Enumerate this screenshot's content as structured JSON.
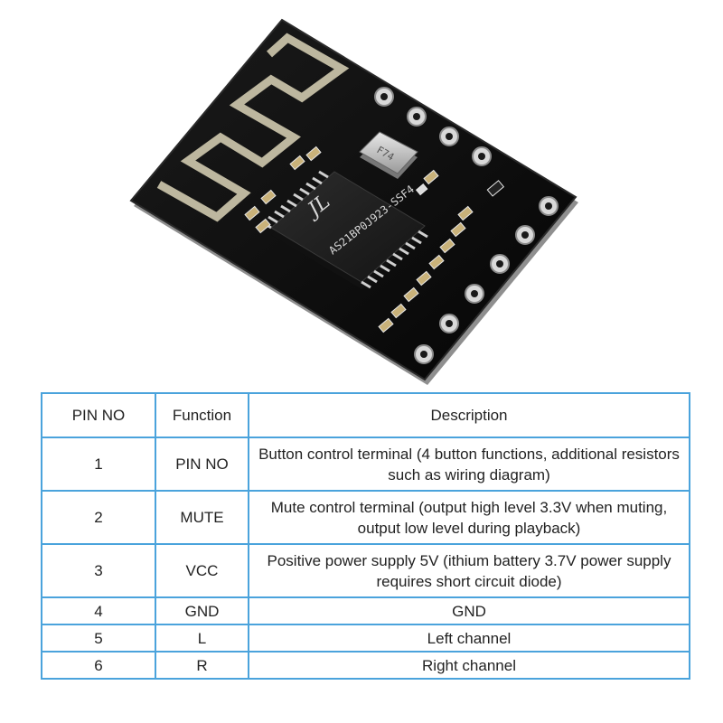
{
  "board": {
    "chip_text": "AS21BP0J923-SSF4",
    "chip_logo": "JL",
    "crystal_text": "F74"
  },
  "table": {
    "headers": [
      "PIN NO",
      "Function",
      "Description"
    ],
    "rows": [
      {
        "pin": "1",
        "function": "PIN NO",
        "description": "Button control terminal (4 button functions, additional resistors such as wiring diagram)"
      },
      {
        "pin": "2",
        "function": "MUTE",
        "description": "Mute control terminal (output high level 3.3V when muting, output low level during playback)"
      },
      {
        "pin": "3",
        "function": "VCC",
        "description": "Positive power supply 5V (ithium battery 3.7V power supply requires short circuit diode)"
      },
      {
        "pin": "4",
        "function": "GND",
        "description": "GND"
      },
      {
        "pin": "5",
        "function": "L",
        "description": "Left channel"
      },
      {
        "pin": "6",
        "function": "R",
        "description": "Right channel"
      }
    ]
  },
  "colors": {
    "table_border": "#4aa3dc",
    "pcb": "#0b0b0b",
    "gold": "#c9c2a6"
  }
}
